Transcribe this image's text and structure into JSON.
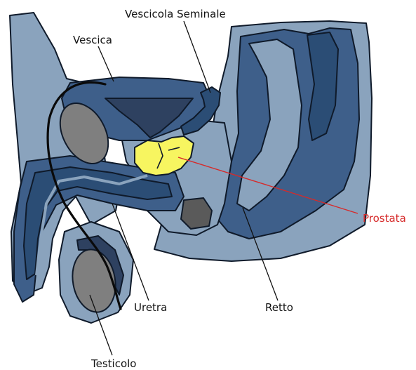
{
  "labels": {
    "vescicola_seminale": "Vescicola Seminale",
    "vescica": "Vescica",
    "prostata": "Prostata",
    "uretra": "Uretra",
    "retto": "Retto",
    "testicolo": "Testicolo"
  },
  "colors": {
    "pale_blue": "#8aa3bd",
    "mid_blue": "#3e5f8a",
    "dark_blue": "#2b4d75",
    "navy": "#2e4160",
    "grey": "#7f7f7f",
    "dark_grey": "#5a5a5a",
    "prostate_yellow": "#f7f560",
    "highlight_red": "#d62a2a",
    "outline": "#0f1a2a"
  }
}
